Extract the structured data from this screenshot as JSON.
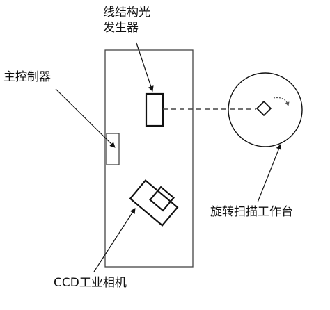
{
  "labels": {
    "light_generator_line1": "线结构光",
    "light_generator_line2": "发生器",
    "main_controller": "主控制器",
    "rotary_scan_table": "旋转扫描工作台",
    "ccd_camera": "CCD工业相机"
  },
  "colors": {
    "stroke": "#111111",
    "housing_stroke": "#444444",
    "background": "#ffffff"
  }
}
